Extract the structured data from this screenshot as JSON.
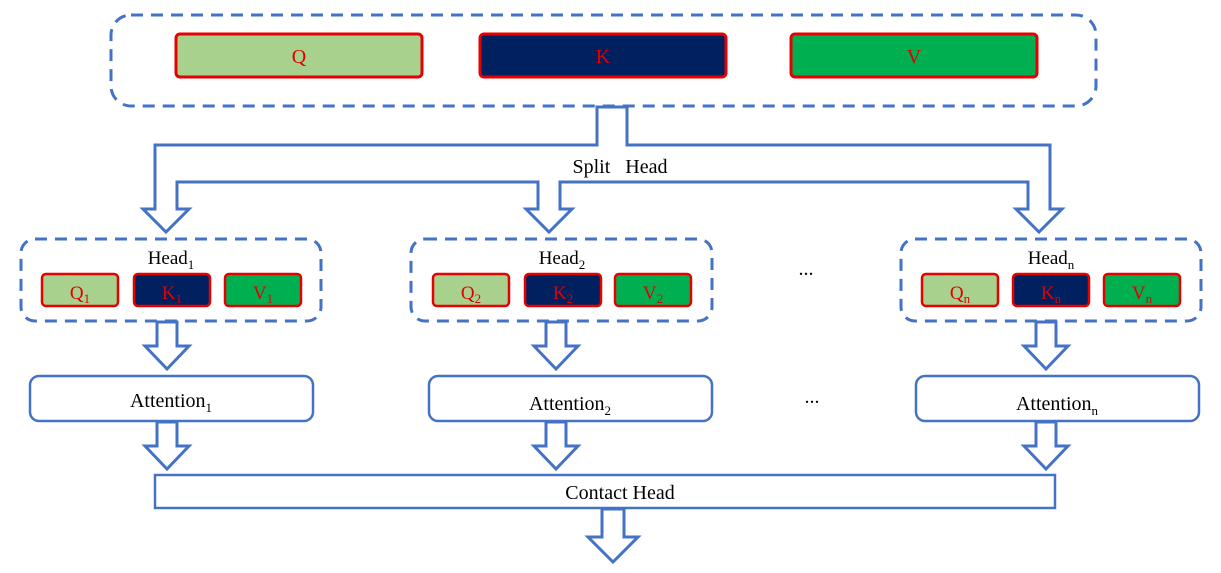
{
  "colors": {
    "frame": "#4472C4",
    "q_fill": "#A9D18E",
    "k_fill": "#002060",
    "v_fill": "#00B050",
    "box_border": "#E60000",
    "label_red": "#E00000"
  },
  "top": {
    "q": "Q",
    "k": "K",
    "v": "V"
  },
  "split_label": "Split   Head",
  "ellipsis": "...",
  "heads": [
    {
      "title": "Head",
      "sub": "1",
      "q": "Q",
      "k": "K",
      "v": "V",
      "attention": "Attention"
    },
    {
      "title": "Head",
      "sub": "2",
      "q": "Q",
      "k": "K",
      "v": "V",
      "attention": "Attention"
    },
    {
      "title": "Head",
      "sub": "n",
      "q": "Q",
      "k": "K",
      "v": "V",
      "attention": "Attention"
    }
  ],
  "concat_label": "Contact Head"
}
